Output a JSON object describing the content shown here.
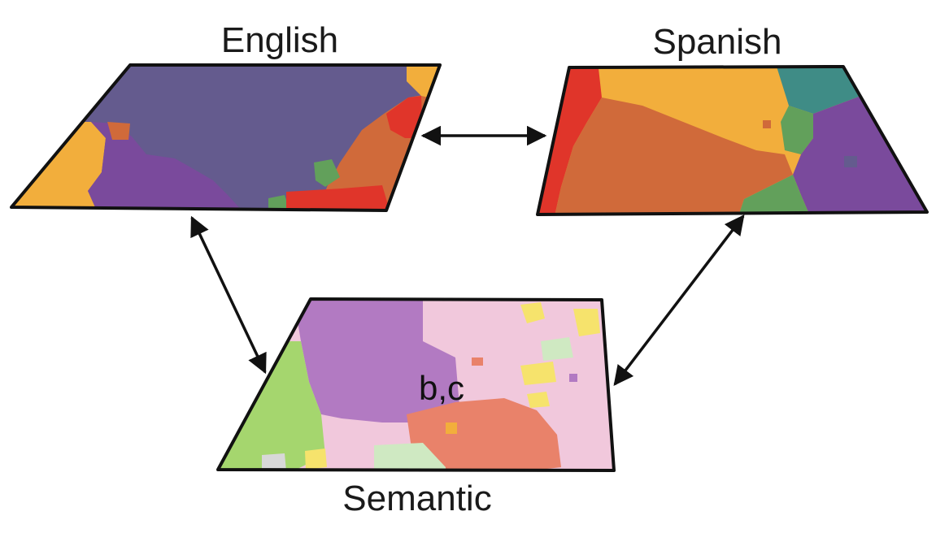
{
  "diagram": {
    "maps": [
      {
        "id": "english",
        "label": "English"
      },
      {
        "id": "spanish",
        "label": "Spanish"
      },
      {
        "id": "semantic",
        "label": "Semantic",
        "inner_text": "b,c"
      }
    ],
    "connections": [
      {
        "from": "english",
        "to": "spanish",
        "bidirectional": true
      },
      {
        "from": "english",
        "to": "semantic",
        "bidirectional": true
      },
      {
        "from": "spanish",
        "to": "semantic",
        "bidirectional": true
      }
    ],
    "colors": {
      "slate": "#645b8e",
      "purple": "#7a4a9c",
      "orange": "#f2ae3c",
      "rust": "#d06a3a",
      "red": "#e0352a",
      "green": "#62a05b",
      "teal": "#3f8c86",
      "lavender": "#b27ac2",
      "pink": "#f1c8dc",
      "salmon": "#e9826a",
      "lime": "#a5d66e",
      "yellow": "#f6e36c",
      "mint": "#cfe9c2",
      "outline": "#111111"
    }
  }
}
